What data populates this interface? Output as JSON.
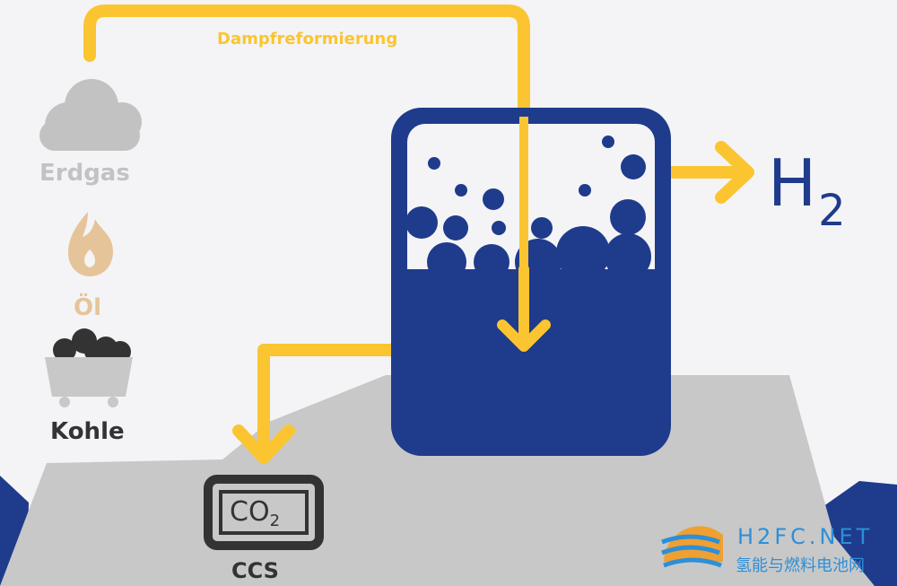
{
  "labels": {
    "process": "Dampfreformierung",
    "erdgas": "Erdgas",
    "oel": "Öl",
    "kohle": "Kohle",
    "co2_main": "CO",
    "co2_sub": "2",
    "ccs": "CCS",
    "h2_main": "H",
    "h2_sub": "2"
  },
  "watermark": {
    "latin": "H2FC.NET",
    "cjk": "氢能与燃料电池网"
  },
  "icons": {
    "gas": "cloud-icon",
    "oil": "flame-icon",
    "coal": "coal-cart-icon",
    "storage": "co2-storage-icon",
    "reactor": "reactor-tank-icon",
    "logo": "h2fc-logo-icon"
  },
  "colors": {
    "background": "#f4f4f6",
    "navy": "#1f3b8c",
    "yellow": "#fbc531",
    "gray_ground": "#c8c8c8",
    "gray_cloud": "#c2c2c2",
    "flame": "#e6c49a",
    "dark": "#333333",
    "watermark_blue": "#2d8fd8"
  }
}
